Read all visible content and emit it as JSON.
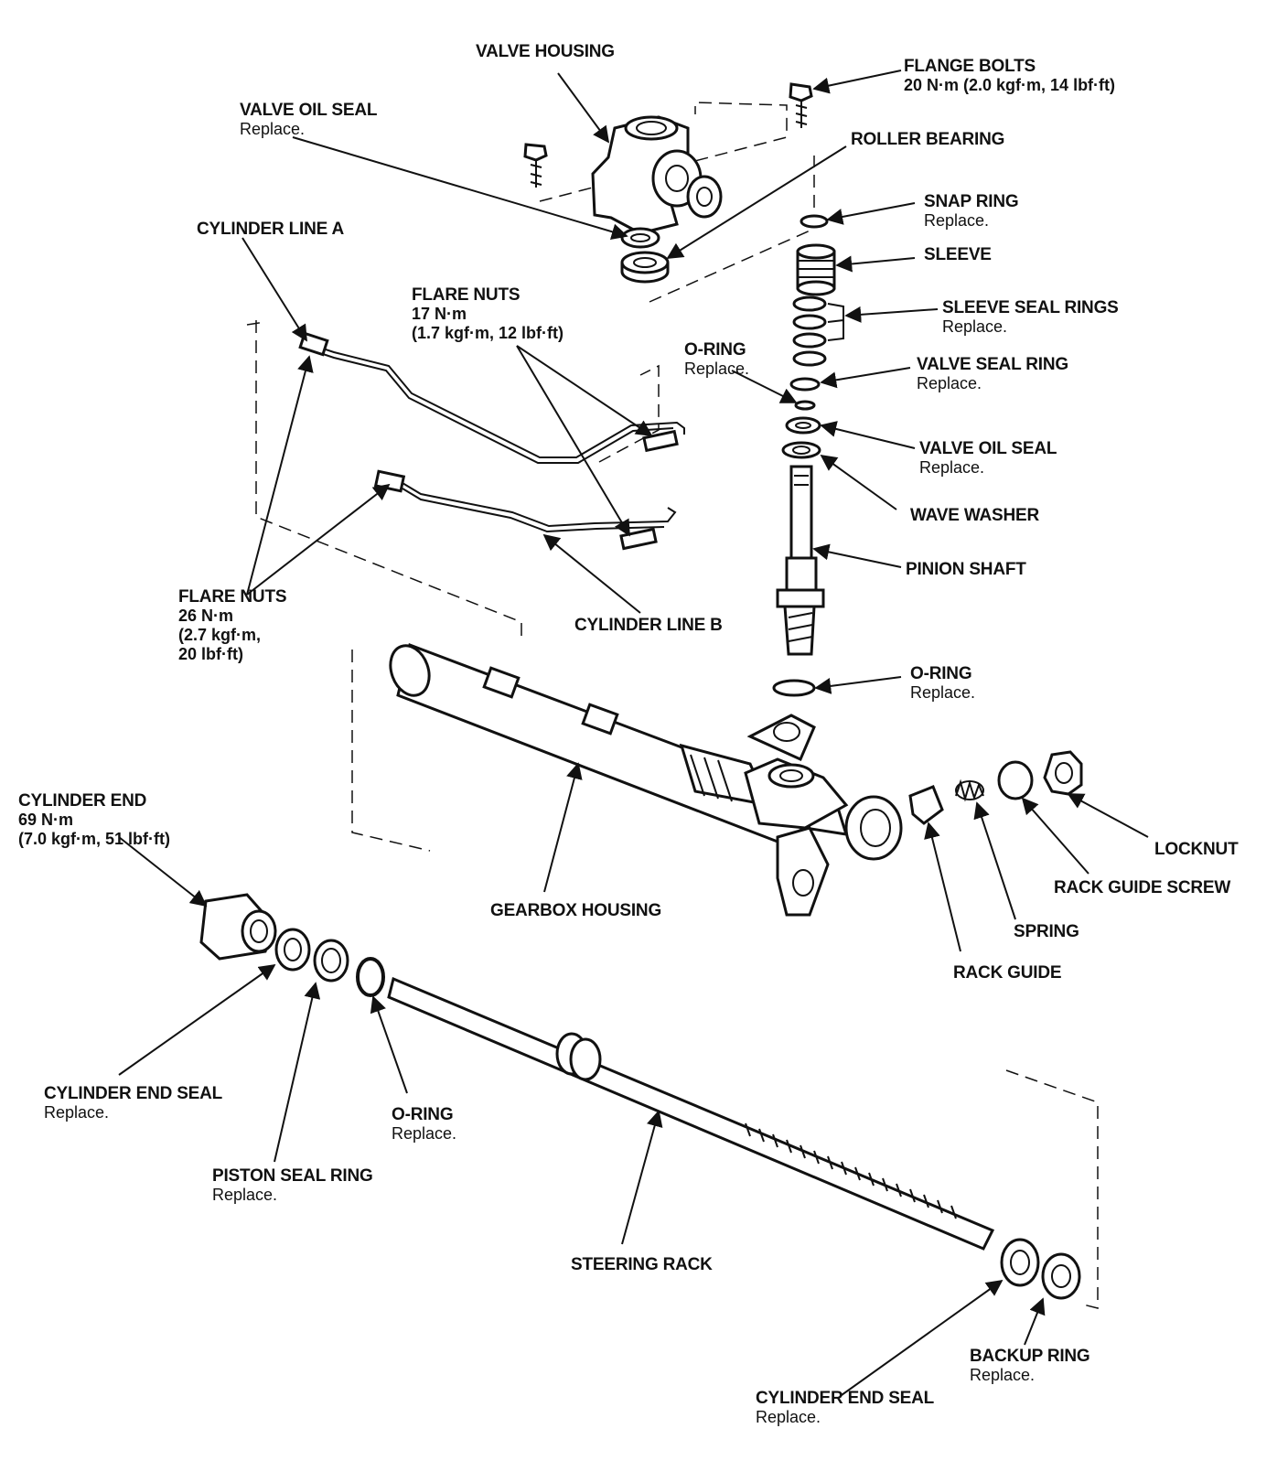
{
  "labels": {
    "valve_housing": {
      "title": "VALVE HOUSING"
    },
    "flange_bolts": {
      "title": "FLANGE BOLTS",
      "torque": "20 N·m (2.0 kgf·m, 14 lbf·ft)"
    },
    "valve_oil_seal_top": {
      "title": "VALVE OIL SEAL",
      "note": "Replace."
    },
    "roller_bearing": {
      "title": "ROLLER BEARING"
    },
    "snap_ring": {
      "title": "SNAP RING",
      "note": "Replace."
    },
    "cylinder_line_a": {
      "title": "CYLINDER LINE A"
    },
    "sleeve": {
      "title": "SLEEVE"
    },
    "flare_nuts_17": {
      "title": "FLARE NUTS",
      "torque1": "17 N·m",
      "torque2": "(1.7 kgf·m, 12 lbf·ft)"
    },
    "sleeve_seal_rings": {
      "title": "SLEEVE SEAL RINGS",
      "note": "Replace."
    },
    "o_ring_top": {
      "title": "O-RING",
      "note": "Replace."
    },
    "valve_seal_ring": {
      "title": "VALVE SEAL RING",
      "note": "Replace."
    },
    "valve_oil_seal_right": {
      "title": "VALVE OIL SEAL",
      "note": "Replace."
    },
    "wave_washer": {
      "title": "WAVE WASHER"
    },
    "pinion_shaft": {
      "title": "PINION SHAFT"
    },
    "flare_nuts_26": {
      "title": "FLARE NUTS",
      "torque1": "26 N·m",
      "torque2": "(2.7 kgf·m,",
      "torque3": "20 lbf·ft)"
    },
    "cylinder_line_b": {
      "title": "CYLINDER LINE B"
    },
    "o_ring_mid": {
      "title": "O-RING",
      "note": "Replace."
    },
    "cylinder_end": {
      "title": "CYLINDER END",
      "torque1": "69 N·m",
      "torque2": "(7.0 kgf·m, 51 lbf·ft)"
    },
    "locknut": {
      "title": "LOCKNUT"
    },
    "rack_guide_screw": {
      "title": "RACK GUIDE SCREW"
    },
    "gearbox_housing": {
      "title": "GEARBOX HOUSING"
    },
    "spring": {
      "title": "SPRING"
    },
    "rack_guide": {
      "title": "RACK GUIDE"
    },
    "cylinder_end_seal_left": {
      "title": "CYLINDER END SEAL",
      "note": "Replace."
    },
    "o_ring_bottom": {
      "title": "O-RING",
      "note": "Replace."
    },
    "piston_seal_ring": {
      "title": "PISTON SEAL RING",
      "note": "Replace."
    },
    "steering_rack": {
      "title": "STEERING RACK"
    },
    "backup_ring": {
      "title": "BACKUP RING",
      "note": "Replace."
    },
    "cylinder_end_seal_bottom": {
      "title": "CYLINDER END SEAL",
      "note": "Replace."
    }
  }
}
